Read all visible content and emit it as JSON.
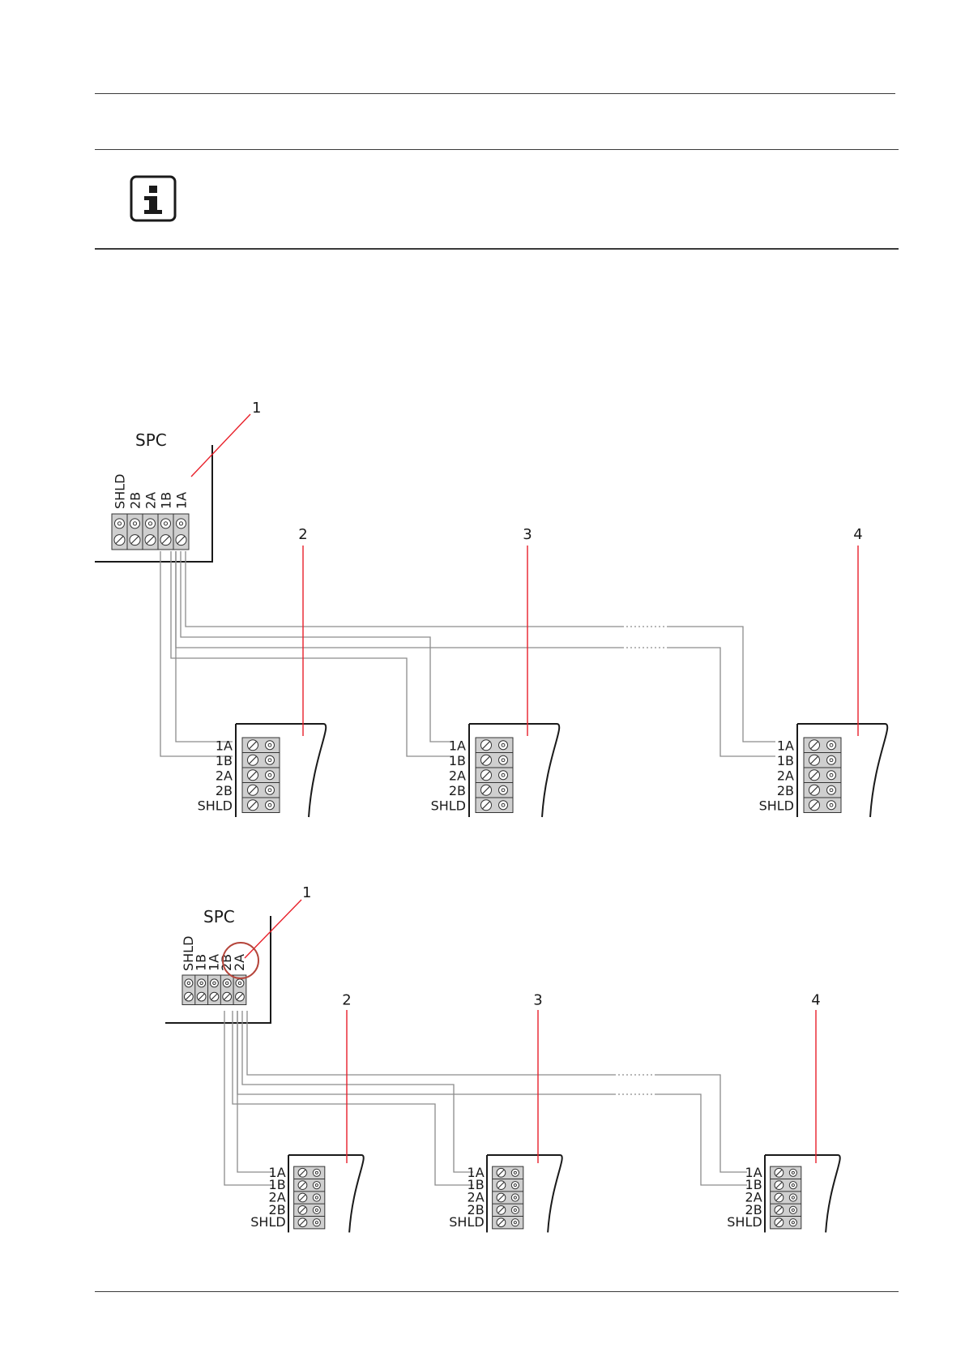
{
  "diagrams": [
    {
      "controller_label": "SPC",
      "controller_terminals": [
        "SHLD",
        "2B",
        "2A",
        "1B",
        "1A"
      ],
      "callouts": [
        "1",
        "2",
        "3",
        "4"
      ],
      "device_terminals": [
        "1A",
        "1B",
        "2A",
        "2B",
        "SHLD"
      ]
    },
    {
      "controller_label": "SPC",
      "controller_terminals": [
        "SHLD",
        "1B",
        "1A",
        "2B",
        "2A"
      ],
      "callouts": [
        "1",
        "2",
        "3",
        "4"
      ],
      "device_terminals": [
        "1A",
        "1B",
        "2A",
        "2B",
        "SHLD"
      ]
    }
  ],
  "icons": {
    "note": "info-icon"
  },
  "colors": {
    "callout_line": "#e8202a",
    "wire": "#8c8c8c"
  }
}
